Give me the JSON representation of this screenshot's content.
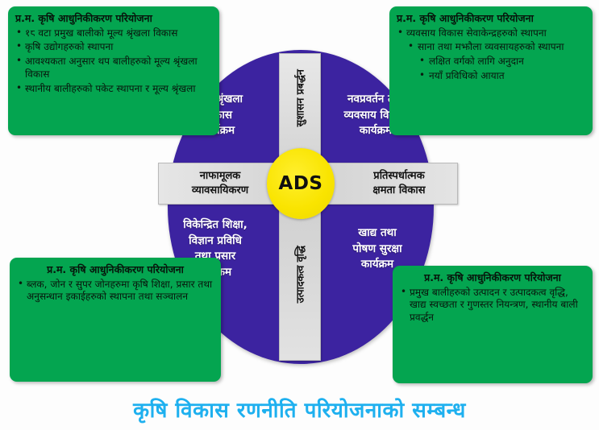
{
  "caption": "कृषि विकास रणनीति परियोजनाको सम्बन्ध",
  "colors": {
    "green_box": "#04A550",
    "blue_ellipse": "#3C23A0",
    "center_circle": "#F9E400",
    "gray_bar": "#D2D2D2",
    "caption_text": "#1EB0EF",
    "background": "#FDFDFD"
  },
  "center": {
    "label": "ADS"
  },
  "programs": {
    "top_left": "मूल्य श्रृंखला\nविकास\nकार्यक्रम",
    "top_right": "नवप्रवर्तन तथा\nव्यवसाय विकास\nकार्यक्रम",
    "bottom_left": "विकेन्द्रित शिक्षा,\nविज्ञान प्रविधि\nतथा प्रसार\nकार्यक्रम",
    "bottom_right": "खाद्य तथा\nपोषण सुरक्षा\nकार्यक्रम"
  },
  "bars": {
    "left": "नाफामूलक\nव्यावसायिकरण",
    "right": "प्रतिस्पर्धात्मक\nक्षमता विकास",
    "top": "सुशासन प्रबर्द्धन",
    "bottom": "उत्पादकत्व वृद्धि"
  },
  "boxes": {
    "top_left": {
      "title": "प्र.म. कृषि आधुनिकीकरण परियोजना",
      "items": [
        {
          "text": "१८ वटा प्रमुख बालीको मूल्य श्रृंखला विकास",
          "indent": 0
        },
        {
          "text": "कृषि उद्योगहरुको स्थापना",
          "indent": 0
        },
        {
          "text": "आवश्यकता अनुसार थप बालीहरुको मूल्य श्रृंखला विकास",
          "indent": 0
        },
        {
          "text": "स्थानीय बालीहरुको पकेट स्थापना र मूल्य श्रृंखला",
          "indent": 0
        }
      ]
    },
    "top_right": {
      "title": "प्र.म. कृषि आधुनिकीकरण परियोजना",
      "items": [
        {
          "text": "व्यवसाय विकास सेवाकेन्द्रहरुको स्थापना",
          "indent": 0
        },
        {
          "text": "साना तथा मझौला व्यवसायहरुको स्थापना",
          "indent": 1
        },
        {
          "text": "लक्षित वर्गको लागि अनुदान",
          "indent": 2
        },
        {
          "text": "नयाँ प्रविधिको आयात",
          "indent": 2
        }
      ]
    },
    "bottom_left": {
      "title": "प्र.म. कृषि आधुनिकीकरण परियोजना",
      "items": [
        {
          "text": "ब्लक, जोन र सुपर जोनहरुमा कृषि शिक्षा, प्रसार तथा अनुसन्धान इकाईहरुको स्थापना तथा सञ्चालन",
          "indent": 0
        }
      ]
    },
    "bottom_right": {
      "title": "प्र.म. कृषि आधुनिकीकरण परियोजना",
      "items": [
        {
          "text": "प्रमुख बालीहरुको उत्पादन र उत्पादकत्व वृद्धि, खाद्य स्वच्छता र गुणस्तर नियन्त्रण, स्थानीय बाली प्रवर्द्धन",
          "indent": 0
        }
      ]
    }
  }
}
